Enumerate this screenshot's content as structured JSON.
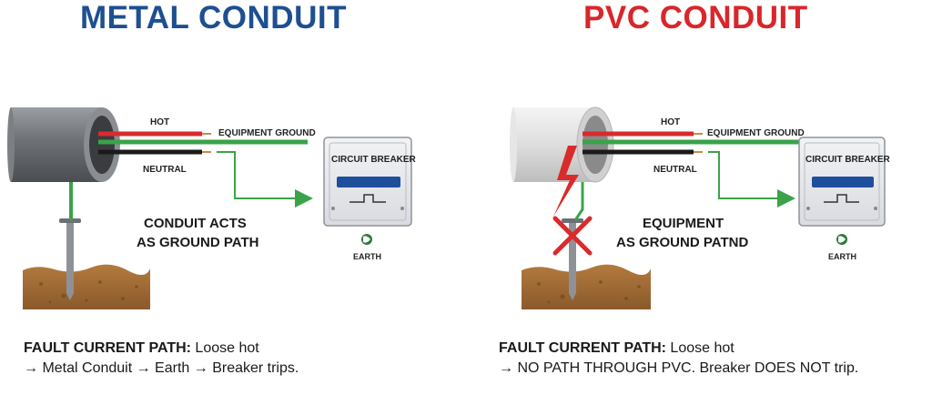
{
  "left": {
    "title": "METAL CONDUIT",
    "wires": {
      "hot": "HOT",
      "ground": "EQUIPMENT GROUND",
      "neutral": "NEUTRAL"
    },
    "path_label_line1": "CONDUIT ACTS",
    "path_label_line2": "AS GROUND PATH",
    "breaker_label": "CIRCUIT BREAKER",
    "earth_label": "EARTH",
    "caption_bold": "FAULT CURRENT PATH:",
    "caption_line1": " Loose hot",
    "caption_line2": "→ Metal Conduit → Earth → Breaker trips."
  },
  "right": {
    "title": "PVC CONDUIT",
    "wires": {
      "hot": "HOT",
      "ground": "EQUIPMENT GROUND",
      "neutral": "NEUTRAL"
    },
    "path_label_line1": "EQUIPMENT",
    "path_label_line2": "AS GROUND PATND",
    "breaker_label": "CIRCUIT BREAKER",
    "earth_label": "EARTH",
    "caption_bold": "FAULT CURRENT PATH:",
    "caption_line1": " Loose hot",
    "caption_line2": "→ NO PATH THROUGH PVC. Breaker DOES NOT trip."
  },
  "colors": {
    "metal_title": "#1d4f91",
    "pvc_title": "#d9262b",
    "hot_wire": "#d92b2b",
    "ground_wire": "#3aa34a",
    "neutral_wire": "#1a1a1a",
    "breaker_accent": "#1f4f9c"
  }
}
